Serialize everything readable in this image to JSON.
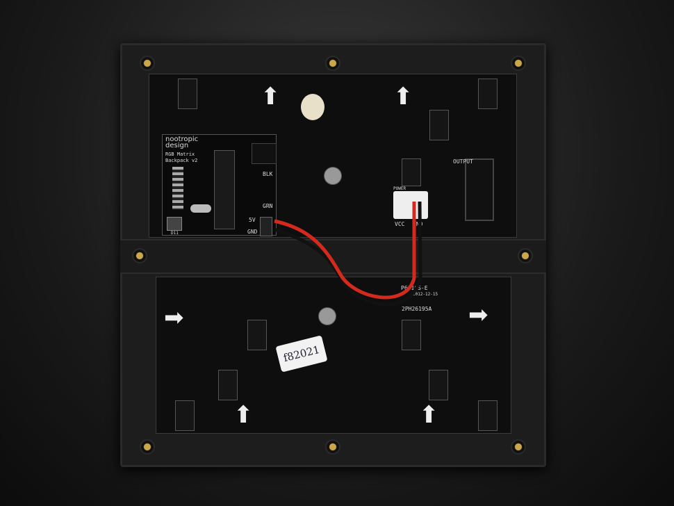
{
  "shield": {
    "brand": "nootropic design",
    "product": "RGB Matrix Backpack v2",
    "label_5v": "5V",
    "label_gnd": "GND",
    "label_clk": "BLK",
    "label_grn": "GRN",
    "label_d11": "D11"
  },
  "panel": {
    "output": "OUTPUT",
    "vcc": "VCC",
    "gnd": "GND",
    "pwr": "POWER",
    "model": "P6 16S-E",
    "date": "2012-12-15",
    "serial": "2PH26195A",
    "sticker": "f82021"
  },
  "colors": {
    "wire_red": "#d42a1e",
    "wire_black": "#111111",
    "screw": "#c9a74a",
    "pcb": "#0e0e0e"
  }
}
